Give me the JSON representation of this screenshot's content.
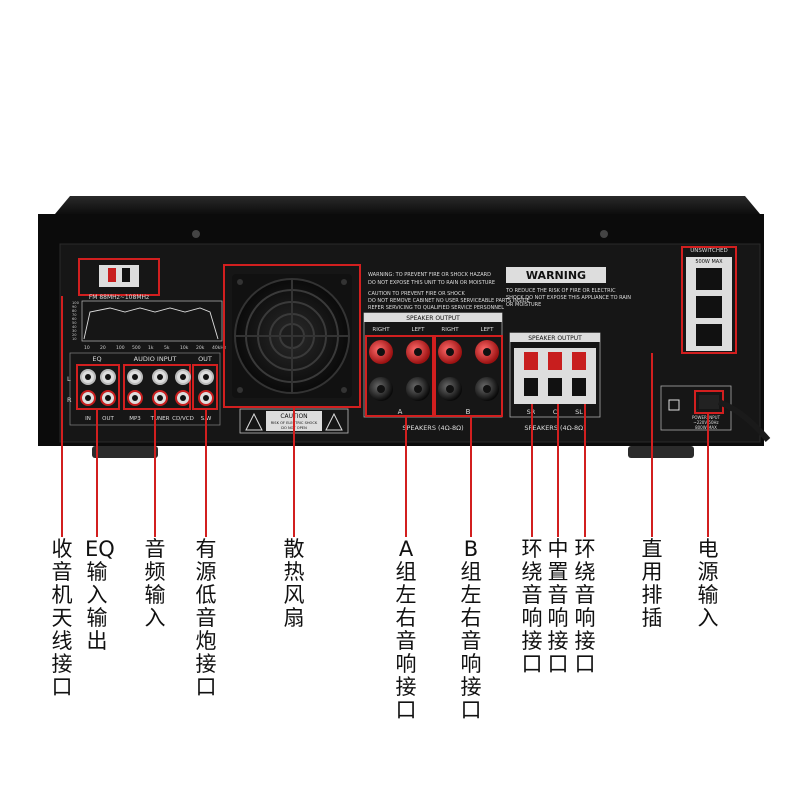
{
  "panel": {
    "fm_label": "FM 88MHz~108MHz",
    "eq_graph_y_ticks": [
      "100",
      "90",
      "80",
      "70",
      "60",
      "50",
      "40",
      "30",
      "20",
      "10"
    ],
    "eq_graph_x_ticks": [
      "10",
      "20",
      "100",
      "500",
      "1k",
      "5k",
      "10k",
      "20k",
      "40kHz"
    ],
    "io_headers": {
      "eq": "EQ",
      "audio_input": "AUDIO INPUT",
      "out": "OUT"
    },
    "rca_row_labels": {
      "top": "L",
      "bottom": "R"
    },
    "io_footers": {
      "in": "IN",
      "out": "OUT",
      "mp3": "MP3",
      "tuner": "TUNER",
      "cdvcd": "CD/VCD",
      "sw": "S.W"
    },
    "warning_small_1": "WARNING: TO PREVENT FIRE OR SHOCK HAZARD",
    "warning_small_2": "DO NOT EXPOSE THIS UNIT TO RAIN OR MOISTURE",
    "caution_small_1": "CAUTION TO PREVENT FIRE OR SHOCK",
    "caution_small_2": "DO NOT REMOVE CABINET NO USER SERVICEABLE PARTS INSIDE",
    "caution_small_3": "REFER SERVICING TO QUALIFIED SERVICE PERSONNEL",
    "warning_title": "WARNING",
    "warning_text_1": "TO REDUCE THE RISK OF FIRE OR ELECTRIC",
    "warning_text_2": "SHOCK DO NOT EXPOSE THIS APPLIANCE TO RAIN",
    "warning_text_3": "OR MOISTURE",
    "caution_title": "CAUTION",
    "caution_sub_1": "RISK OF ELECTRIC SHOCK",
    "caution_sub_2": "DO NOT OPEN",
    "speaker_output_ab": "SPEAKER OUTPUT",
    "right_label": "RIGHT",
    "left_label": "LEFT",
    "group_a": "A",
    "group_b": "B",
    "speakers_ab_label": "SPEAKERS (4Ω-8Ω)",
    "speaker_output_surround": "SPEAKER OUTPUT",
    "surround_labels": [
      "SR",
      "C",
      "SL"
    ],
    "speakers_surround_label": "SPEAKERS (4Ω-8Ω)",
    "unswitched_1": "UNSWITCHED",
    "unswitched_2": "500W MAX",
    "power_text_1": "POWER INPUT",
    "power_text_2": "~220V/50Hz",
    "power_text_3": "800W MAX"
  },
  "annotations": [
    {
      "id": "radio-antenna",
      "text": "收音机天线接口"
    },
    {
      "id": "eq-io",
      "text": "EQ输入输出"
    },
    {
      "id": "audio-input",
      "text": "音频输入"
    },
    {
      "id": "subwoofer",
      "text": "有源低音炮接口"
    },
    {
      "id": "fan",
      "text": "散热风扇"
    },
    {
      "id": "group-a",
      "text": "A组左右音响接口"
    },
    {
      "id": "group-b",
      "text": "B组左右音响接口"
    },
    {
      "id": "surround-r",
      "text": "环绕音响接口"
    },
    {
      "id": "center",
      "text": "中置音响接口"
    },
    {
      "id": "surround-l",
      "text": "环绕音响接口"
    },
    {
      "id": "outlet",
      "text": "直用排插"
    },
    {
      "id": "power",
      "text": "电源输入"
    }
  ],
  "colors": {
    "chassis": "#0b0b0b",
    "panel": "#161616",
    "highlight_red": "#d21f1f",
    "silk": "#dcdcdc",
    "binding_post_red": "#c81e1e"
  }
}
